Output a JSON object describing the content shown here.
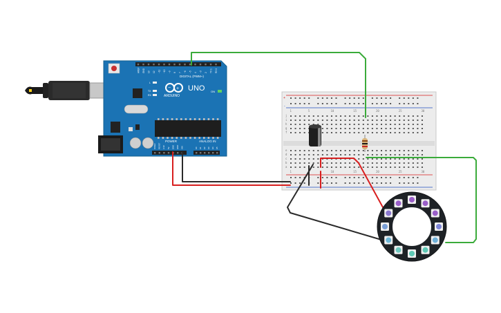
{
  "arduino": {
    "logo_text": "UNO",
    "brand_text": "ARDUINO",
    "digital_header": "DIGITAL (PWM~)",
    "power_header": "POWER",
    "analog_header": "ANALOG IN",
    "on_label": "ON",
    "l_label": "L",
    "tx_label": "TX",
    "rx_label": "RX",
    "digital_pins": [
      "AREF",
      "GND",
      "13",
      "12",
      "~11",
      "~10",
      "~9",
      "8",
      "7",
      "~6",
      "~5",
      "4",
      "~3",
      "2",
      "TX 1",
      "RX 0"
    ],
    "power_pins": [
      "IOREF",
      "RESET",
      "3.3V",
      "5V",
      "GND",
      "GND",
      "VIN"
    ],
    "analog_pins": [
      "A0",
      "A1",
      "A2",
      "A3",
      "A4",
      "A5"
    ]
  },
  "breadboard": {
    "columns": [
      "1",
      "5",
      "10",
      "15",
      "20",
      "25",
      "30"
    ],
    "rows_top": [
      "j",
      "i",
      "h",
      "g",
      "f"
    ],
    "rows_bottom": [
      "e",
      "d",
      "c",
      "b",
      "a"
    ],
    "rail_plus": "+",
    "rail_minus": "-"
  },
  "colors": {
    "board": "#1b73b4",
    "wire_green": "#3aab3a",
    "wire_red": "#d81e1e",
    "wire_black": "#2a2a2a",
    "ring": "#1e2226"
  }
}
